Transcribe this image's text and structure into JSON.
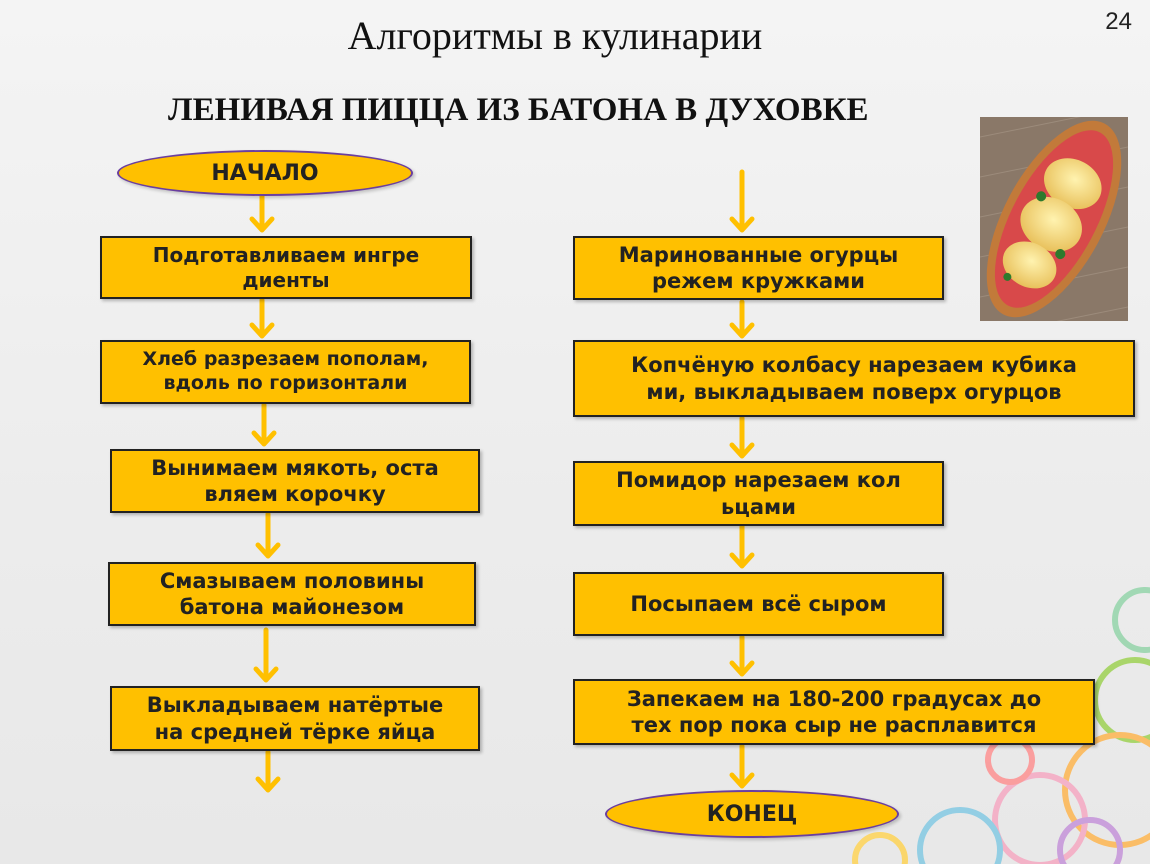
{
  "header": {
    "title": "Алгоритмы в кулинарии",
    "page_number": "24",
    "subtitle": "ЛЕНИВАЯ ПИЦЦА ИЗ БАТОНА В ДУХОВКЕ"
  },
  "flowchart": {
    "start": "НАЧАЛО",
    "end": "КОНЕЦ",
    "left_steps": [
      {
        "line1": "Подготавливаем ингре",
        "line2": "диенты"
      },
      {
        "line1": "Хлеб разрезаем пополам,",
        "line2": "вдоль по горизонтали"
      },
      {
        "line1": "Вынимаем мякоть, оста",
        "line2": "вляем корочку"
      },
      {
        "line1": "Смазываем половины",
        "line2": "батона майонезом"
      },
      {
        "line1": "Выкладываем натёртые",
        "line2": "на средней тёрке яйца"
      }
    ],
    "right_steps": [
      {
        "line1": "Маринованные огурцы",
        "line2": "режем кружками"
      },
      {
        "line1": "Копчёную колбасу нарезаем кубика",
        "line2": "ми, выкладываем поверх огурцов"
      },
      {
        "line1": "Помидор нарезаем кол",
        "line2": "ьцами"
      },
      {
        "line1": "Посыпаем всё сыром",
        "line2": ""
      },
      {
        "line1": "Запекаем на 180-200 градусах до",
        "line2": "тех пор пока сыр не расплавится"
      }
    ]
  },
  "colors": {
    "box_fill": "#ffc000",
    "arrow": "#ffc000",
    "oval_border": "#6a3fa0"
  },
  "image": {
    "name": "pizza-baton-photo"
  }
}
